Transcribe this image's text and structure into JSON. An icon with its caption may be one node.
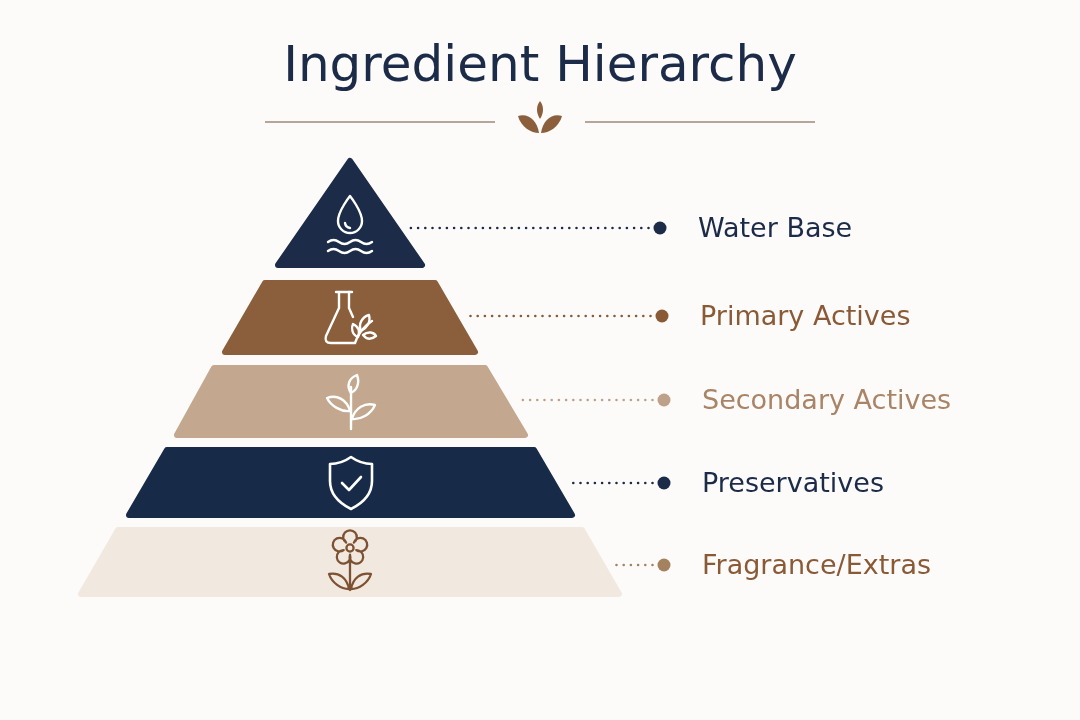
{
  "diagram": {
    "title": "Ingredient Hierarchy",
    "nodes": [
      {
        "text": [],
        "shape": "triangle"
      },
      {
        "text": [
          "Water Base"
        ]
      },
      {
        "text": [],
        "shape": "trapezoid"
      },
      {
        "text": [
          "Primary Actives"
        ]
      },
      {
        "text": [],
        "shape": "trapezoid"
      },
      {
        "text": [
          "Secondary Actives"
        ]
      },
      {
        "text": [],
        "shape": "trapezoid"
      },
      {
        "text": [
          "Preservatives"
        ]
      },
      {
        "text": [],
        "shape": "trapezoid"
      },
      {
        "text": [
          "Fragrance/Extras"
        ]
      }
    ],
    "edges": [
      {
        "from": 1,
        "to": 0,
        "arrow": "other",
        "style": "dashed",
        "color": "#1b2b48"
      },
      {
        "from": 3,
        "to": 2,
        "arrow": "other",
        "style": "dashed",
        "color": "#8a5a36"
      },
      {
        "from": 5,
        "to": 4,
        "arrow": "other",
        "style": "dashed",
        "color": "#bfa189"
      },
      {
        "from": 7,
        "to": 6,
        "arrow": "other",
        "style": "dashed",
        "color": "#1b2b48"
      },
      {
        "from": 9,
        "to": 8,
        "arrow": "other",
        "style": "dashed",
        "color": "#a4825f"
      }
    ]
  }
}
